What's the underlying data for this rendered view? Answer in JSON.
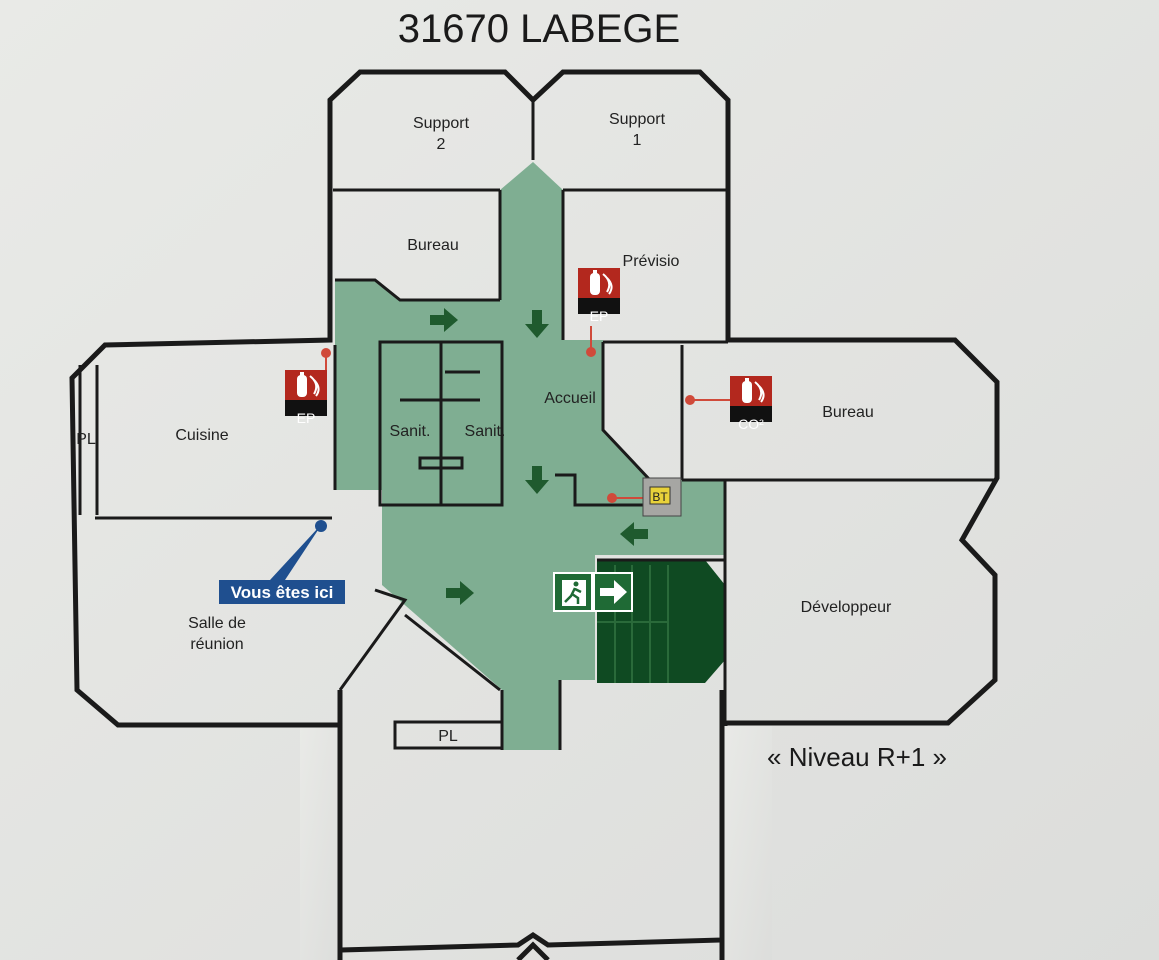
{
  "title": "31670 LABEGE",
  "level": "« Niveau R+1 »",
  "you_are_here": "Vous êtes ici",
  "rooms": {
    "support2": [
      "Support",
      "2"
    ],
    "support1": [
      "Support",
      "1"
    ],
    "bureau_top": "Bureau",
    "previsio": "Prévisio",
    "accueil": "Accueil",
    "bureau_right": "Bureau",
    "cuisine": "Cuisine",
    "pl_left": "PL",
    "sanit1": "Sanit.",
    "sanit2": "Sanit.",
    "salle": [
      "Salle de",
      "réunion"
    ],
    "developpeur": "Développeur",
    "pl_bottom": "PL"
  },
  "equipment": {
    "extinguisher_ep": "EP",
    "extinguisher_co2": "CO²",
    "alarm": "BT"
  },
  "colors": {
    "corridor": "#7fae92",
    "arrow": "#1f5a2e",
    "stairs": "#0f4a22",
    "extinguisher": "#b3281e",
    "marker": "#d04a3a",
    "you_are_here": "#1f4f8f"
  }
}
